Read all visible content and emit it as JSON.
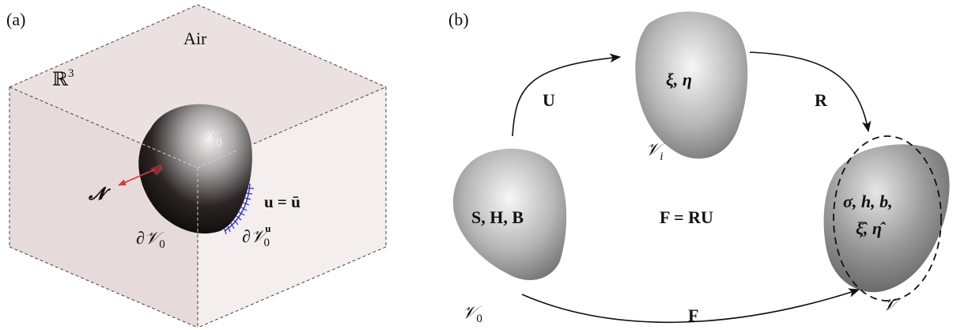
{
  "panel_a": {
    "tag": "(a)",
    "air_label": "Air",
    "space_label": "ℝ",
    "space_sup": "3",
    "body_label": "𝒱",
    "body_sub": "0",
    "normal_label": "𝓝",
    "boundary_label": "∂𝒱",
    "boundary_sub": "0",
    "dirichlet_boundary_label": "∂𝒱",
    "dirichlet_boundary_sub": "0",
    "dirichlet_boundary_sup": "u",
    "bc_label": "u = ū",
    "colors": {
      "box_face_top": "#ece1e1",
      "box_face_left": "#e7dbdb",
      "box_face_right": "#f4eeee",
      "normal_arrow": "#d33a3a",
      "hatch": "#2a2ad0"
    }
  },
  "panel_b": {
    "tag": "(b)",
    "reference": {
      "fields": "S, H, B",
      "name": "𝒱",
      "name_sub": "0"
    },
    "intermediate": {
      "fields": "ξ, η",
      "name": "𝒱",
      "name_sub": "i"
    },
    "current": {
      "fields_line1": "σ, h, b,",
      "fields_line2": "ξ̂, η̂",
      "name": "𝒱"
    },
    "arrow_U": "U",
    "arrow_R": "R",
    "arrow_F": "F",
    "decomposition": "F = RU"
  }
}
